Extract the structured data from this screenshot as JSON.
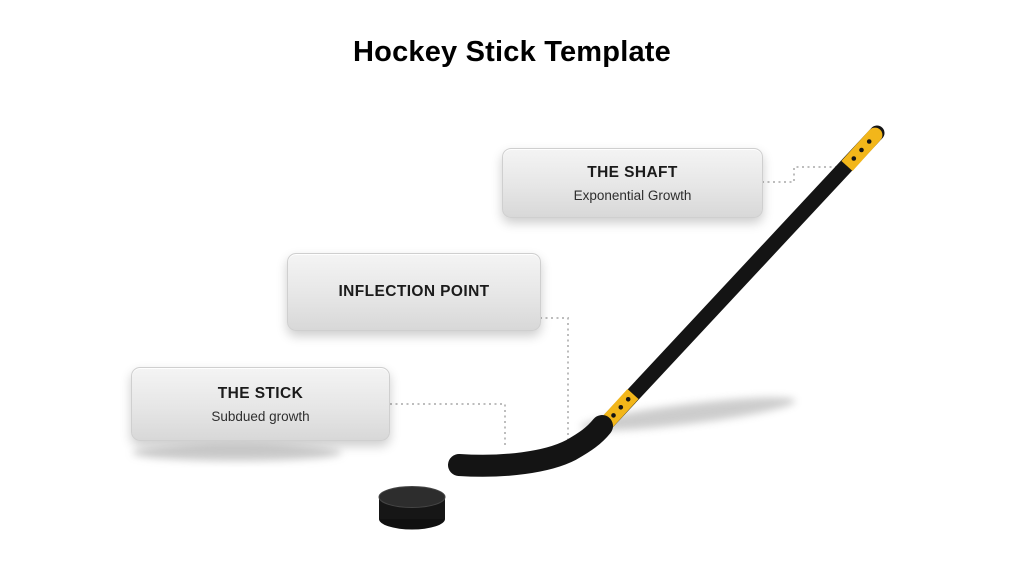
{
  "slide": {
    "title": "Hockey Stick Template"
  },
  "callouts": [
    {
      "title": "THE SHAFT",
      "subtitle": "Exponential Growth"
    },
    {
      "title": "INFLECTION POINT",
      "subtitle": ""
    },
    {
      "title": "THE STICK",
      "subtitle": "Subdued growth"
    }
  ],
  "colors": {
    "tape": "#F2B61A",
    "stick": "#141414",
    "puck": "#161616",
    "connector": "#bdbdbd"
  }
}
